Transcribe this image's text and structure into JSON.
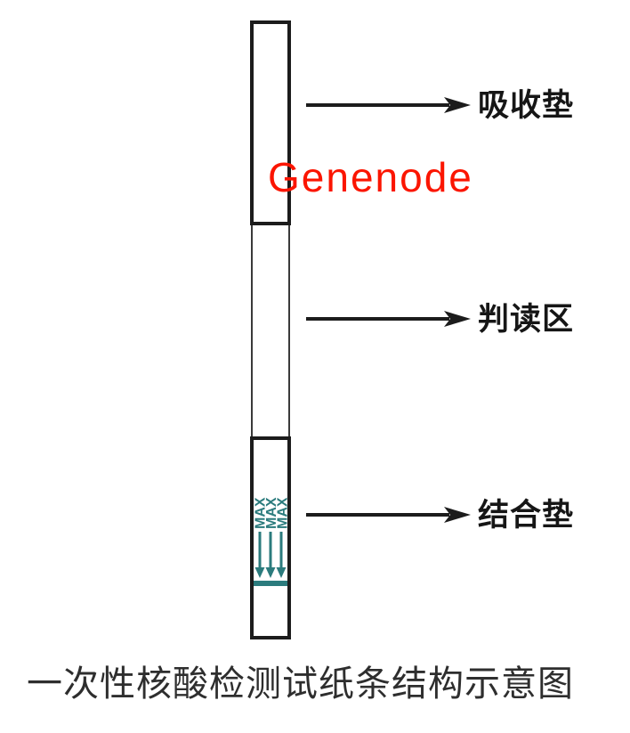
{
  "diagram": {
    "watermark": {
      "text": "Genenode",
      "color": "#fb1500"
    },
    "caption": {
      "text": "一次性核酸检测试纸条结构示意图"
    },
    "annotations": [
      {
        "label": "吸收垫"
      },
      {
        "label": "判读区"
      },
      {
        "label": "结合垫"
      }
    ],
    "strip": {
      "sections": [
        "absorbent-pad",
        "reading-zone",
        "conjugate-pad"
      ],
      "max_markers": [
        "MAX",
        "MAX",
        "MAX"
      ]
    },
    "colors": {
      "teal": "#2b7b7d",
      "red": "#fb1500",
      "ink": "#1c1c1c"
    }
  }
}
